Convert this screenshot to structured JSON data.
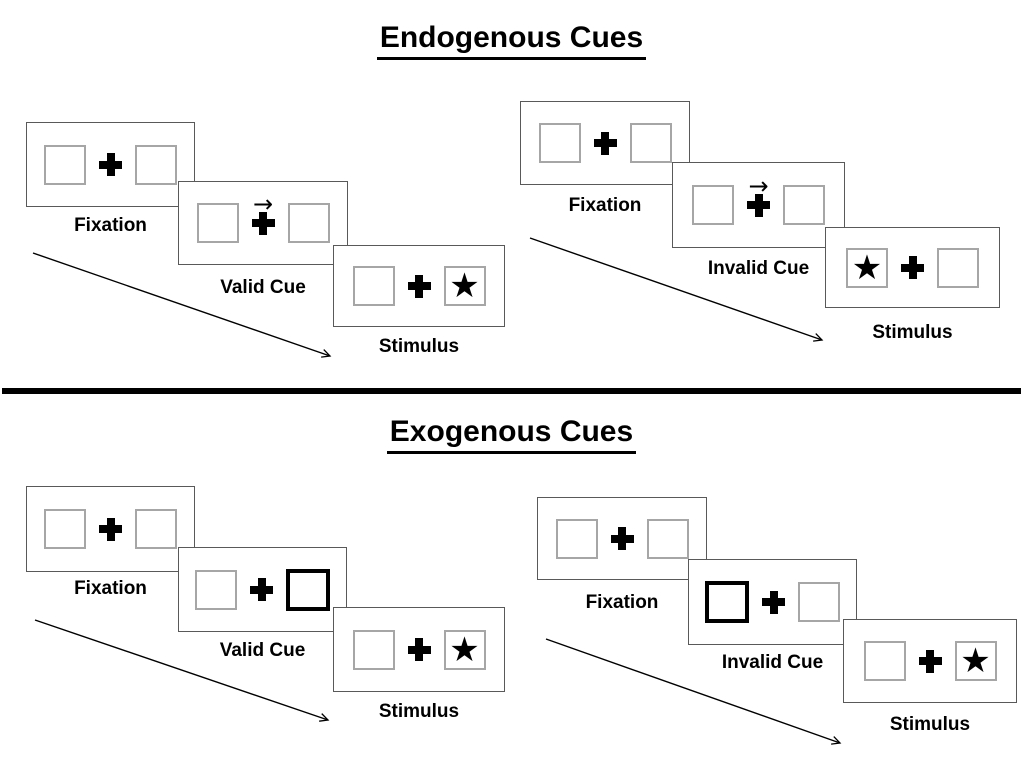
{
  "colors": {
    "ink": "#000000",
    "box_border": "#a6a6a6",
    "panel_border": "#595959"
  },
  "icons": {
    "star": "★",
    "arrow_right": "→",
    "fixation_cross": "plus-cross"
  },
  "sections": [
    {
      "title": "Endogenous Cues",
      "groups": [
        {
          "name": "valid",
          "panels": [
            {
              "label": "Fixation",
              "arrow": "",
              "left_class": "sq",
              "right_class": "sq",
              "left_glyph": "",
              "right_glyph": ""
            },
            {
              "label": "Valid Cue",
              "arrow": "→",
              "left_class": "sq",
              "right_class": "sq",
              "left_glyph": "",
              "right_glyph": ""
            },
            {
              "label": "Stimulus",
              "arrow": "",
              "left_class": "sq",
              "right_class": "sq",
              "left_glyph": "",
              "right_glyph": "★"
            }
          ]
        },
        {
          "name": "invalid",
          "panels": [
            {
              "label": "Fixation",
              "arrow": "",
              "left_class": "sq",
              "right_class": "sq",
              "left_glyph": "",
              "right_glyph": ""
            },
            {
              "label": "Invalid Cue",
              "arrow": "→",
              "left_class": "sq",
              "right_class": "sq",
              "left_glyph": "",
              "right_glyph": ""
            },
            {
              "label": "Stimulus",
              "arrow": "",
              "left_class": "sq",
              "right_class": "sq",
              "left_glyph": "★",
              "right_glyph": ""
            }
          ]
        }
      ]
    },
    {
      "title": "Exogenous Cues",
      "groups": [
        {
          "name": "valid",
          "panels": [
            {
              "label": "Fixation",
              "arrow": "",
              "left_class": "sq",
              "right_class": "sq",
              "left_glyph": "",
              "right_glyph": ""
            },
            {
              "label": "Valid Cue",
              "arrow": "",
              "left_class": "sq",
              "right_class": "sq bold",
              "left_glyph": "",
              "right_glyph": ""
            },
            {
              "label": "Stimulus",
              "arrow": "",
              "left_class": "sq",
              "right_class": "sq",
              "left_glyph": "",
              "right_glyph": "★"
            }
          ]
        },
        {
          "name": "invalid",
          "panels": [
            {
              "label": "Fixation",
              "arrow": "",
              "left_class": "sq",
              "right_class": "sq",
              "left_glyph": "",
              "right_glyph": ""
            },
            {
              "label": "Invalid Cue",
              "arrow": "",
              "left_class": "sq bold",
              "right_class": "sq",
              "left_glyph": "",
              "right_glyph": ""
            },
            {
              "label": "Stimulus",
              "arrow": "",
              "left_class": "sq",
              "right_class": "sq",
              "left_glyph": "",
              "right_glyph": "★"
            }
          ]
        }
      ]
    }
  ]
}
